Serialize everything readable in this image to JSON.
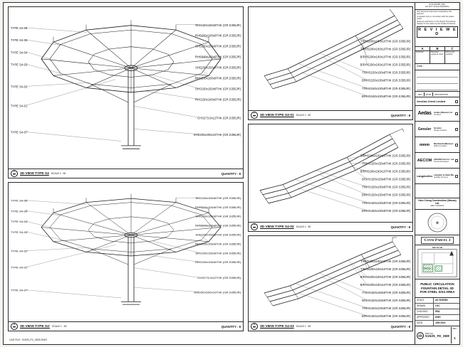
{
  "panels": {
    "s4": {
      "caption": {
        "bubble_no": "25",
        "bubble_sheet": "AD",
        "title": "3D VIEW TYPE S4",
        "scale": "SCALE 1 : 50",
        "quantity": "QUANTITY : 8"
      },
      "left_labels": [
        "TYPE S4-06",
        "TYPE S4-05",
        "TYPE S4-04",
        "TYPE S4-03",
        "TYPE S4-02",
        "TYPE S4-01",
        "TYPE S4-07"
      ],
      "right_labels": [
        "SHS150x150x8THK (GR.S355JR)",
        "RHS200x100x8THK (GR.S355JR)",
        "SHS150x150x8THK (GR.S355JR)",
        "RHS200x100x8THK (GR.S355JR)",
        "SHS150x150x8THK (GR.S355JR)",
        "RHS200x100x8THK (GR.S355JR)",
        "SHS150x150x8THK (GR.S355JR)",
        "RHS150x100x6THK (GR.S355JR)",
        "CHS273.0x12THK (GR.S355JR)",
        "SHS200x200x10THK (GR.S355JR)"
      ]
    },
    "s4p": {
      "caption": {
        "bubble_no": "26",
        "bubble_sheet": "AD",
        "title": "3D VIEW TYPE S4'",
        "scale": "SCALE 1 : 50",
        "quantity": "QUANTITY : 8"
      },
      "left_labels": [
        "TYPE S4-06'",
        "TYPE S4-05'",
        "TYPE S4-04'",
        "TYPE S4-03'",
        "TYPE S4-02'",
        "TYPE S4-01'",
        "TYPE S4-07'"
      ],
      "right_labels": [
        "SHS150x150x8THK (GR.S355JR)",
        "RHS200x100x8THK (GR.S355JR)",
        "SHS150x150x8THK (GR.S355JR)",
        "RHS200x100x8THK (GR.S355JR)",
        "SHS150x150x8THK (GR.S355JR)",
        "RHS200x100x8THK (GR.S355JR)",
        "SHS150x150x8THK (GR.S355JR)",
        "RHS150x100x6THK (GR.S355JR)",
        "CHS273.0x12THK (GR.S355JR)",
        "SHS200x200x10THK (GR.S355JR)"
      ]
    },
    "s401": {
      "caption": {
        "bubble_no": "27",
        "bubble_sheet": "AD",
        "title": "3D VIEW TYPE S4-01",
        "scale": "SCALE 1 : 50",
        "quantity": "QUANTITY : 8"
      },
      "right_labels": [
        "T/RHS200x100x10THK (GR.S355JR)",
        "T/RHS200x100x10THK (GR.S355JR)",
        "B/RHS200x100x10THK (GR.S355JR)",
        "B/RHS200x100x10THK (GR.S355JR)",
        "T/RHS150x100x8THK (GR.S355JR)",
        "B/RHS150x100x8THK (GR.S355JR)",
        "T/RHS150x100x8THK (GR.S355JR)",
        "B/RHS150x100x8THK (GR.S355JR)"
      ]
    },
    "s402": {
      "caption": {
        "bubble_no": "28",
        "bubble_sheet": "AD",
        "title": "3D VIEW TYPE S4-02",
        "scale": "SCALE 1 : 50",
        "quantity": "QUANTITY : 8"
      },
      "right_labels": [
        "T/RHS200x100x10THK (GR.S355JR)",
        "T/SHS150x150x8THK (GR.S355JR)",
        "B/RHS200x100x10THK (GR.S355JR)",
        "B/SHS150x150x8THK (GR.S355JR)",
        "T/RHS150x100x8THK (GR.S355JR)",
        "B/RHS150x100x8THK (GR.S355JR)",
        "T/RHS150x100x8THK (GR.S355JR)",
        "B/RHS150x100x8THK (GR.S355JR)"
      ]
    },
    "s403": {
      "caption": {
        "bubble_no": "29",
        "bubble_sheet": "AD",
        "title": "3D VIEW TYPE S4-03",
        "scale": "SCALE 1 : 50",
        "quantity": "QUANTITY : 8"
      },
      "right_labels": [
        "T/RHS200x100x10THK (GR.S355JR)",
        "T/RHS200x100x10THK (GR.S355JR)",
        "B/RHS200x100x10THK (GR.S355JR)",
        "B/RHS200x100x10THK (GR.S355JR)",
        "T/SHS150x150x8THK (GR.S355JR)",
        "B/SHS150x150x8THK (GR.S355JR)",
        "T/RHS150x100x8THK (GR.S355JR)",
        "B/RHS150x100x8THK (GR.S355JR)"
      ]
    }
  },
  "titleblock": {
    "top_note": {
      "line1": "IF IN DOUBT, ASK.",
      "line2": "DO NOT SCALE DRAWING."
    },
    "reviewed": {
      "intro1": "This document has been reviewed by the relevant",
      "intro2": "consultant only in connection with the status noted",
      "intro3": "below as referred to in the Project Procedures",
      "intro4": "Section 5.4 for action by the Trade Contractor.",
      "word": "R E V I E W E D",
      "cols": [
        {
          "key": "A",
          "text": "Reviewed"
        },
        {
          "key": "B",
          "text": "Reviewed except as noted"
        },
        {
          "key": "C",
          "text": "Revise and resubmit"
        }
      ],
      "outro1": "Consultant review of this document does not relieve",
      "outro2": "the Trade Contractor of its responsibilities",
      "outro3": "under the Trade Contract.",
      "date_label": "Date :"
    },
    "rev_header": {
      "rev": "REV",
      "date": "DATE",
      "desc": "DESCRIPTION"
    },
    "owner": "Venetian Orient Limited",
    "consultants": [
      {
        "logo": "Aedas",
        "name": "Aedas (Macau) Ltd.",
        "role": "Architect"
      },
      {
        "logo": "Gensler",
        "name": "Gensler",
        "role": "Design Architect"
      },
      {
        "logo": "mmm",
        "name": "Meinhardt (Macau) Ltd.",
        "role": "M&E Consultant"
      },
      {
        "logo": "AECOM",
        "name": "AECOM Asia Co. Ltd.",
        "role": "Structural Engineer"
      },
      {
        "logo": "LangdonSeah",
        "name": "Langdon & Seah Macau Ltd.",
        "role": "Quantity Surveyor"
      }
    ],
    "contractor": {
      "name": "Hsin Chong Construction (Macau) Ltd.",
      "role": "Main Contractor"
    },
    "project": "Cotai Parcel 3",
    "keyplan": {
      "label": "KEY PLAN",
      "area": "PARCEL 3"
    },
    "drawing_title": {
      "line1": "PUBLIC CIRCULATION",
      "line2": "FOUNTAIN DETAIL 3D",
      "line3": "FOR STEEL S/S4 AREA"
    },
    "fields": [
      {
        "label": "SCALE",
        "value": "AS SHOWN"
      },
      {
        "label": "DRAWN",
        "value": "LKC"
      },
      {
        "label": "CHECKED",
        "value": "WSL"
      },
      {
        "label": "APPROVED",
        "value": "KWH"
      },
      {
        "label": "DATE",
        "value": "JUN 2014"
      }
    ],
    "dwg": {
      "bubble": "AD",
      "label": "DWG NO.",
      "no": "51525_FD_3D05",
      "rev_label": "REV",
      "rev": "1"
    },
    "colors": {
      "keyplan_green": "#2e8b3d"
    }
  },
  "footer": {
    "file": "CAD FILE : 51525_FD_3D05.DWG"
  }
}
